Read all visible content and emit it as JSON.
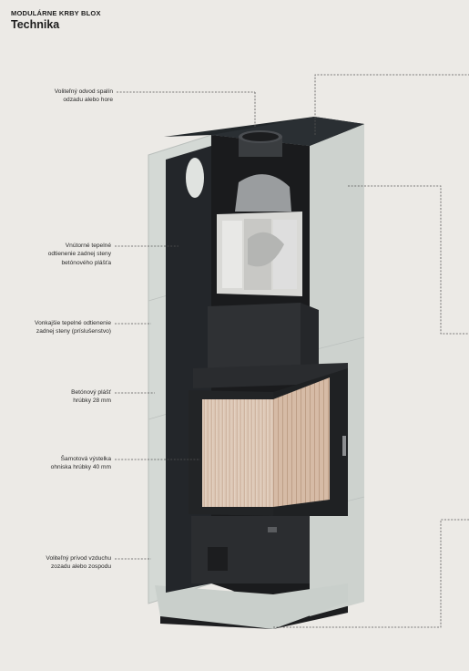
{
  "header": {
    "kicker": "MODULÁRNE KRBY BLOX",
    "title": "Technika"
  },
  "callouts": [
    {
      "id": "flue-outlet",
      "text": "Voliteľný odvod spalín\nodzadu alebo hore"
    },
    {
      "id": "inner-shielding",
      "text": "Vnútorné tepelné\nodtienenie zadnej steny\nbetónového plášťa"
    },
    {
      "id": "outer-shielding",
      "text": "Vonkajšie tepelné odtienenie\nzadnej steny (príslušenstvo)"
    },
    {
      "id": "concrete-shell",
      "text": "Betónový plášť\nhrúbky 28 mm"
    },
    {
      "id": "firebrick-lining",
      "text": "Šamotová výstelka\nohniska hrúbky 40 mm"
    },
    {
      "id": "air-inlet",
      "text": "Voliteľný prívod vzduchu\nzozadu alebo zospodu"
    }
  ],
  "colors": {
    "background": "#eceae6",
    "concrete": "#d5dad6",
    "steel": "#2b2d2f",
    "firebrick": "#e6d2c2",
    "leader": "#555555"
  }
}
